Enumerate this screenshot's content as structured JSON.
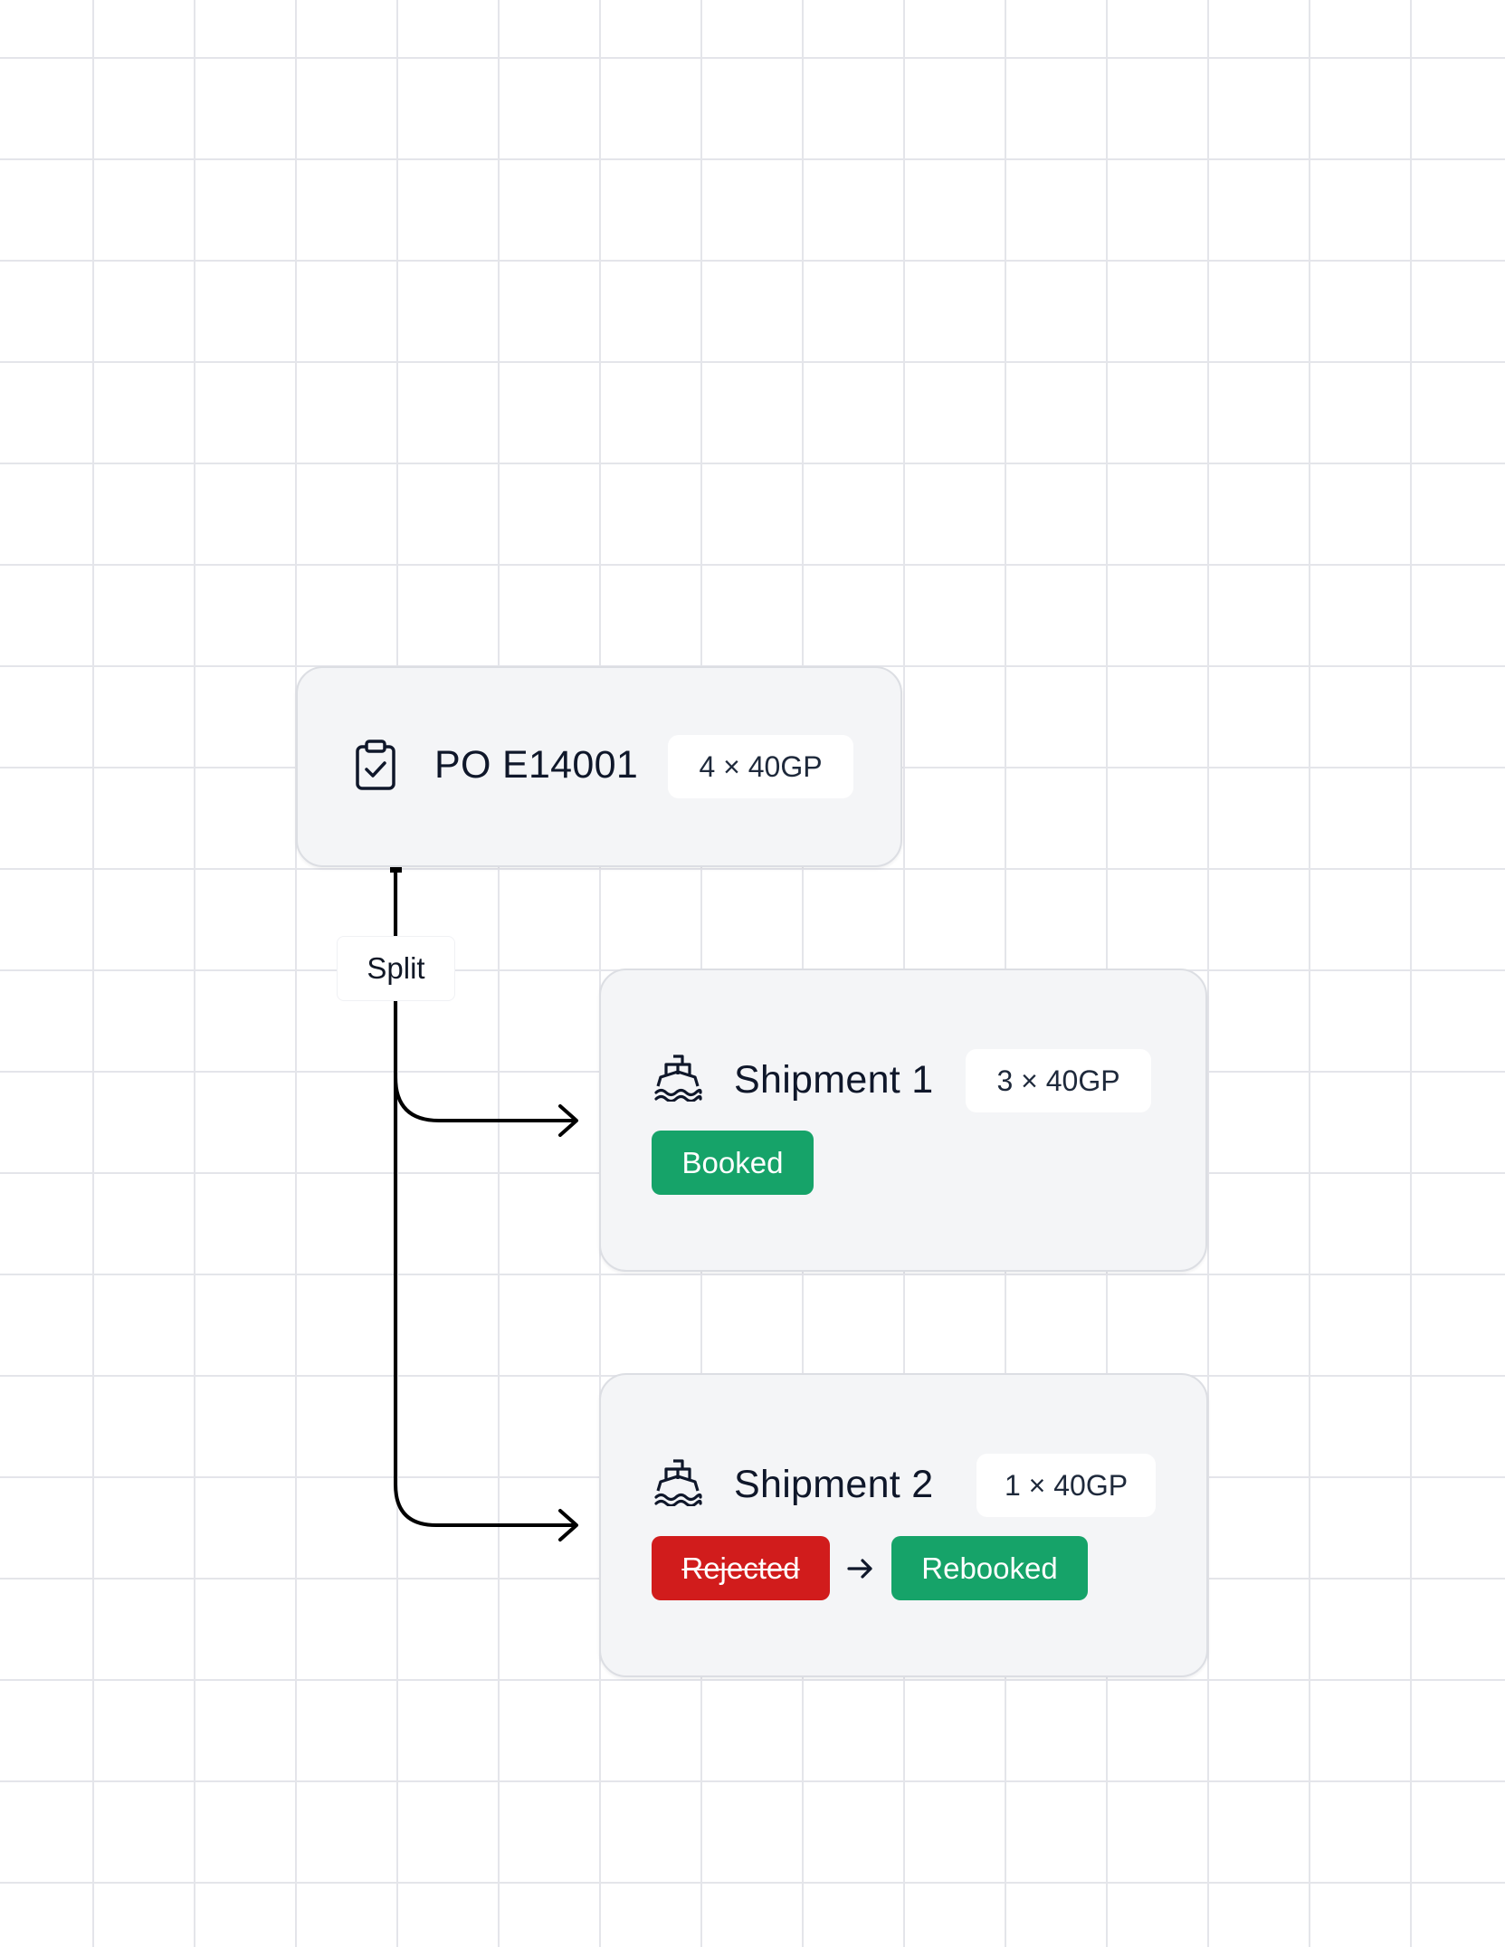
{
  "nodes": {
    "po": {
      "title": "PO E14001",
      "quantity": "4 × 40GP",
      "icon": "clipboard-check-icon"
    },
    "shipment1": {
      "title": "Shipment 1",
      "quantity": "3 × 40GP",
      "icon": "ship-icon",
      "status": "Booked"
    },
    "shipment2": {
      "title": "Shipment 2",
      "quantity": "1 × 40GP",
      "icon": "ship-icon",
      "previous_status": "Rejected",
      "status": "Rebooked"
    }
  },
  "edge": {
    "label": "Split"
  },
  "colors": {
    "booked": "#16a369",
    "rejected": "#d11c1c",
    "node_background": "#f4f5f7",
    "grid": "#e4e5ea"
  }
}
